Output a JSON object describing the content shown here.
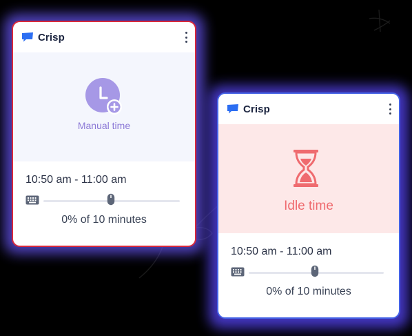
{
  "colors": {
    "card_left_border": "#d7283c",
    "card_right_border": "#4462e6",
    "brand_blue": "#2c6ef2",
    "manual_purple": "#a698e6",
    "idle_red": "#ef6b6f",
    "idle_panel_bg": "#fde8e8",
    "manual_panel_bg": "#f4f6fd"
  },
  "cards": [
    {
      "brand": "Crisp",
      "menu_icon": "kebab-menu-icon",
      "status_icon": "clock-plus-icon",
      "status_label": "Manual time",
      "time_range": "10:50 am - 11:00 am",
      "percent_text": "0% of 10 minutes",
      "activity_level": 0
    },
    {
      "brand": "Crisp",
      "menu_icon": "kebab-menu-icon",
      "status_icon": "hourglass-icon",
      "status_label": "Idle time",
      "time_range": "10:50 am - 11:00 am",
      "percent_text": "0% of 10 minutes",
      "activity_level": 0
    }
  ]
}
